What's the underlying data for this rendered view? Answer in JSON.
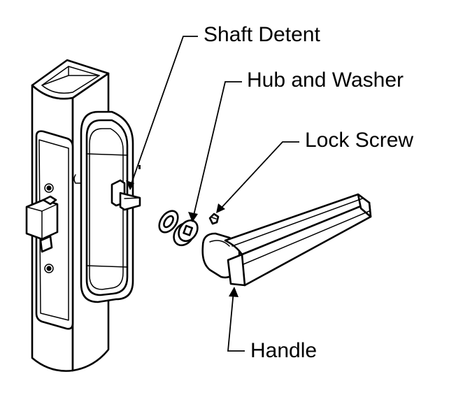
{
  "labels": {
    "shaft_detent": "Shaft Detent",
    "hub_and_washer": "Hub and Washer",
    "lock_screw": "Lock Screw",
    "handle": "Handle"
  },
  "colors": {
    "line": "#000000",
    "background": "#ffffff"
  }
}
